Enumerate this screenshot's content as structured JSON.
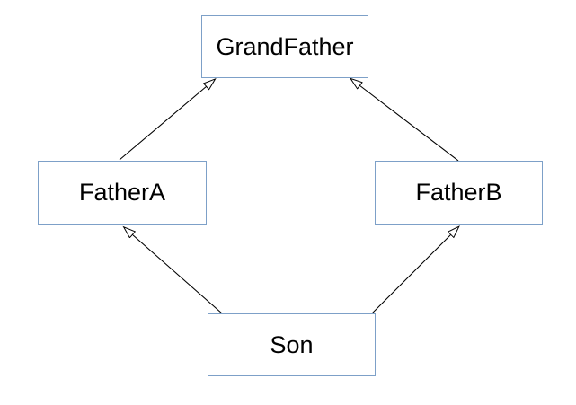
{
  "diagram": {
    "nodes": [
      {
        "id": "grandfather",
        "label": "GrandFather"
      },
      {
        "id": "fatherA",
        "label": "FatherA"
      },
      {
        "id": "fatherB",
        "label": "FatherB"
      },
      {
        "id": "son",
        "label": "Son"
      }
    ],
    "edges": [
      {
        "from": "FatherA",
        "to": "GrandFather",
        "arrowhead": "hollow-triangle"
      },
      {
        "from": "FatherB",
        "to": "GrandFather",
        "arrowhead": "hollow-triangle"
      },
      {
        "from": "Son",
        "to": "FatherA",
        "arrowhead": "hollow-triangle"
      },
      {
        "from": "Son",
        "to": "FatherB",
        "arrowhead": "hollow-triangle"
      }
    ]
  },
  "colors": {
    "box_border": "#7da0c8",
    "box_fill": "#ffffff",
    "edge_line": "#000000",
    "text": "#000000",
    "background": "#ffffff"
  }
}
